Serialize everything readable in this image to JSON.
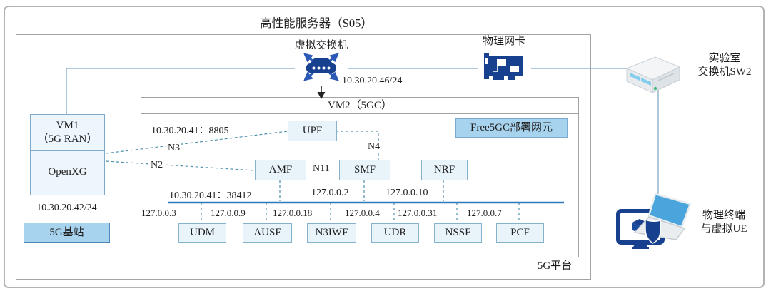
{
  "colors": {
    "icon_navy": "#17418f",
    "arrow_blue": "#2b59b5",
    "bus_blue": "#2e7abc",
    "wire_blue": "#7fa8c6",
    "dash_teal": "#4e90ad",
    "nf_fill": "#e8f3fa",
    "nf_border": "#86b2ce",
    "badge_fill": "#a8d3ee",
    "laptop_screen": "#4aa5dd"
  },
  "server": {
    "title": "高性能服务器（S05）",
    "platform_label": "5G平台"
  },
  "virtual_switch": {
    "label": "虚拟交换机",
    "ip": "10.30.20.46/24"
  },
  "physical_nic": {
    "label": "物理网卡"
  },
  "lab_switch": {
    "line1": "实验室",
    "line2": "交换机SW2"
  },
  "terminal": {
    "line1": "物理终端",
    "line2": "与虚拟UE"
  },
  "vm1": {
    "name": "VM1",
    "subname": "（5G RAN）",
    "software": "OpenXG",
    "ip": "10.30.20.42/24",
    "badge": "5G基站"
  },
  "vm2": {
    "title": "VM2（5GC）",
    "badge": "Free5GC部署网元",
    "upf": {
      "label": "UPF",
      "ip": "10.30.20.41：8805"
    },
    "ifaces": {
      "n2": "N2",
      "n3": "N3",
      "n4": "N4",
      "n11": "N11"
    },
    "mid": [
      {
        "label": "AMF",
        "ip": "10.30.20.41：38412"
      },
      {
        "label": "SMF",
        "ip": "127.0.0.2"
      },
      {
        "label": "NRF",
        "ip": "127.0.0.10"
      }
    ],
    "bottom": [
      {
        "label": "UDM",
        "ip": "127.0.0.3"
      },
      {
        "label": "AUSF",
        "ip": "127.0.0.9"
      },
      {
        "label": "N3IWF",
        "ip": "127.0.0.18"
      },
      {
        "label": "UDR",
        "ip": "127.0.0.4"
      },
      {
        "label": "NSSF",
        "ip": "127.0.0.31"
      },
      {
        "label": "PCF",
        "ip": "127.0.0.7"
      }
    ]
  }
}
